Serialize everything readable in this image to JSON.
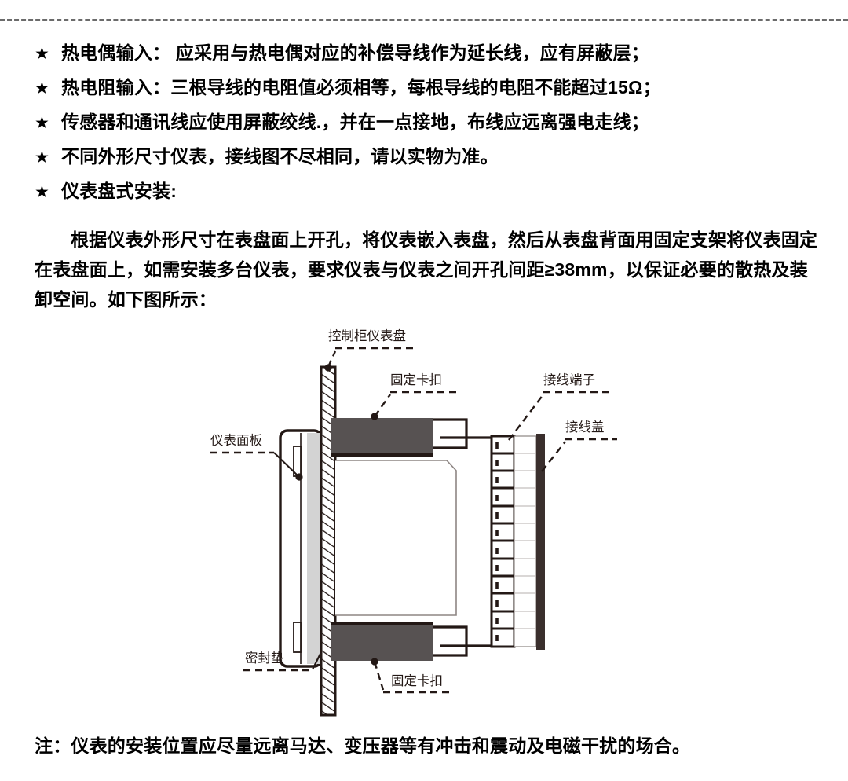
{
  "document": {
    "section_title": "仪表盘式安装",
    "divider": {
      "style": "dashed",
      "color": "#6b6b6b"
    }
  },
  "bullets": [
    {
      "marker": "★",
      "text": "热电偶输入：  应采用与热电偶对应的补偿导线作为延长线，应有屏蔽层；"
    },
    {
      "marker": "★",
      "text": "热电阻输入：三根导线的电阻值必须相等，每根导线的电阻不能超过15Ω；"
    },
    {
      "marker": "★",
      "text": "传感器和通讯线应使用屏蔽绞线.，并在一点接地，布线应远离强电走线；"
    },
    {
      "marker": "★",
      "text": "不同外形尺寸仪表，接线图不尽相同，请以实物为准。"
    },
    {
      "marker": "★",
      "text": "仪表盘式安装:"
    }
  ],
  "paragraph": "根据仪表外形尺寸在表盘面上开孔，将仪表嵌入表盘，然后从表盘背面用固定支架将仪表固定在表盘面上，如需安装多台仪表，要求仪表与仪表之间开孔间距≥38mm，以保证必要的散热及装卸空间。如下图所示：",
  "figure": {
    "labels": {
      "cabinet_panel": "控制柜仪表盘",
      "clamp_top": "固定卡扣",
      "clamp_bottom": "固定卡扣",
      "terminal_block": "接线端子",
      "terminal_cover": "接线盖",
      "meter_faceplate": "仪表面板",
      "gasket": "密封垫"
    },
    "colors": {
      "outline": "#231815",
      "clamp_fill": "#575252",
      "gasket_fill": "#d3d3d3",
      "cover_fill": "#3a2f2d"
    },
    "terminal_cell_count": 12
  },
  "note": "注：仪表的安装位置应尽量远离马达、变压器等有冲击和震动及电磁干扰的场合。"
}
